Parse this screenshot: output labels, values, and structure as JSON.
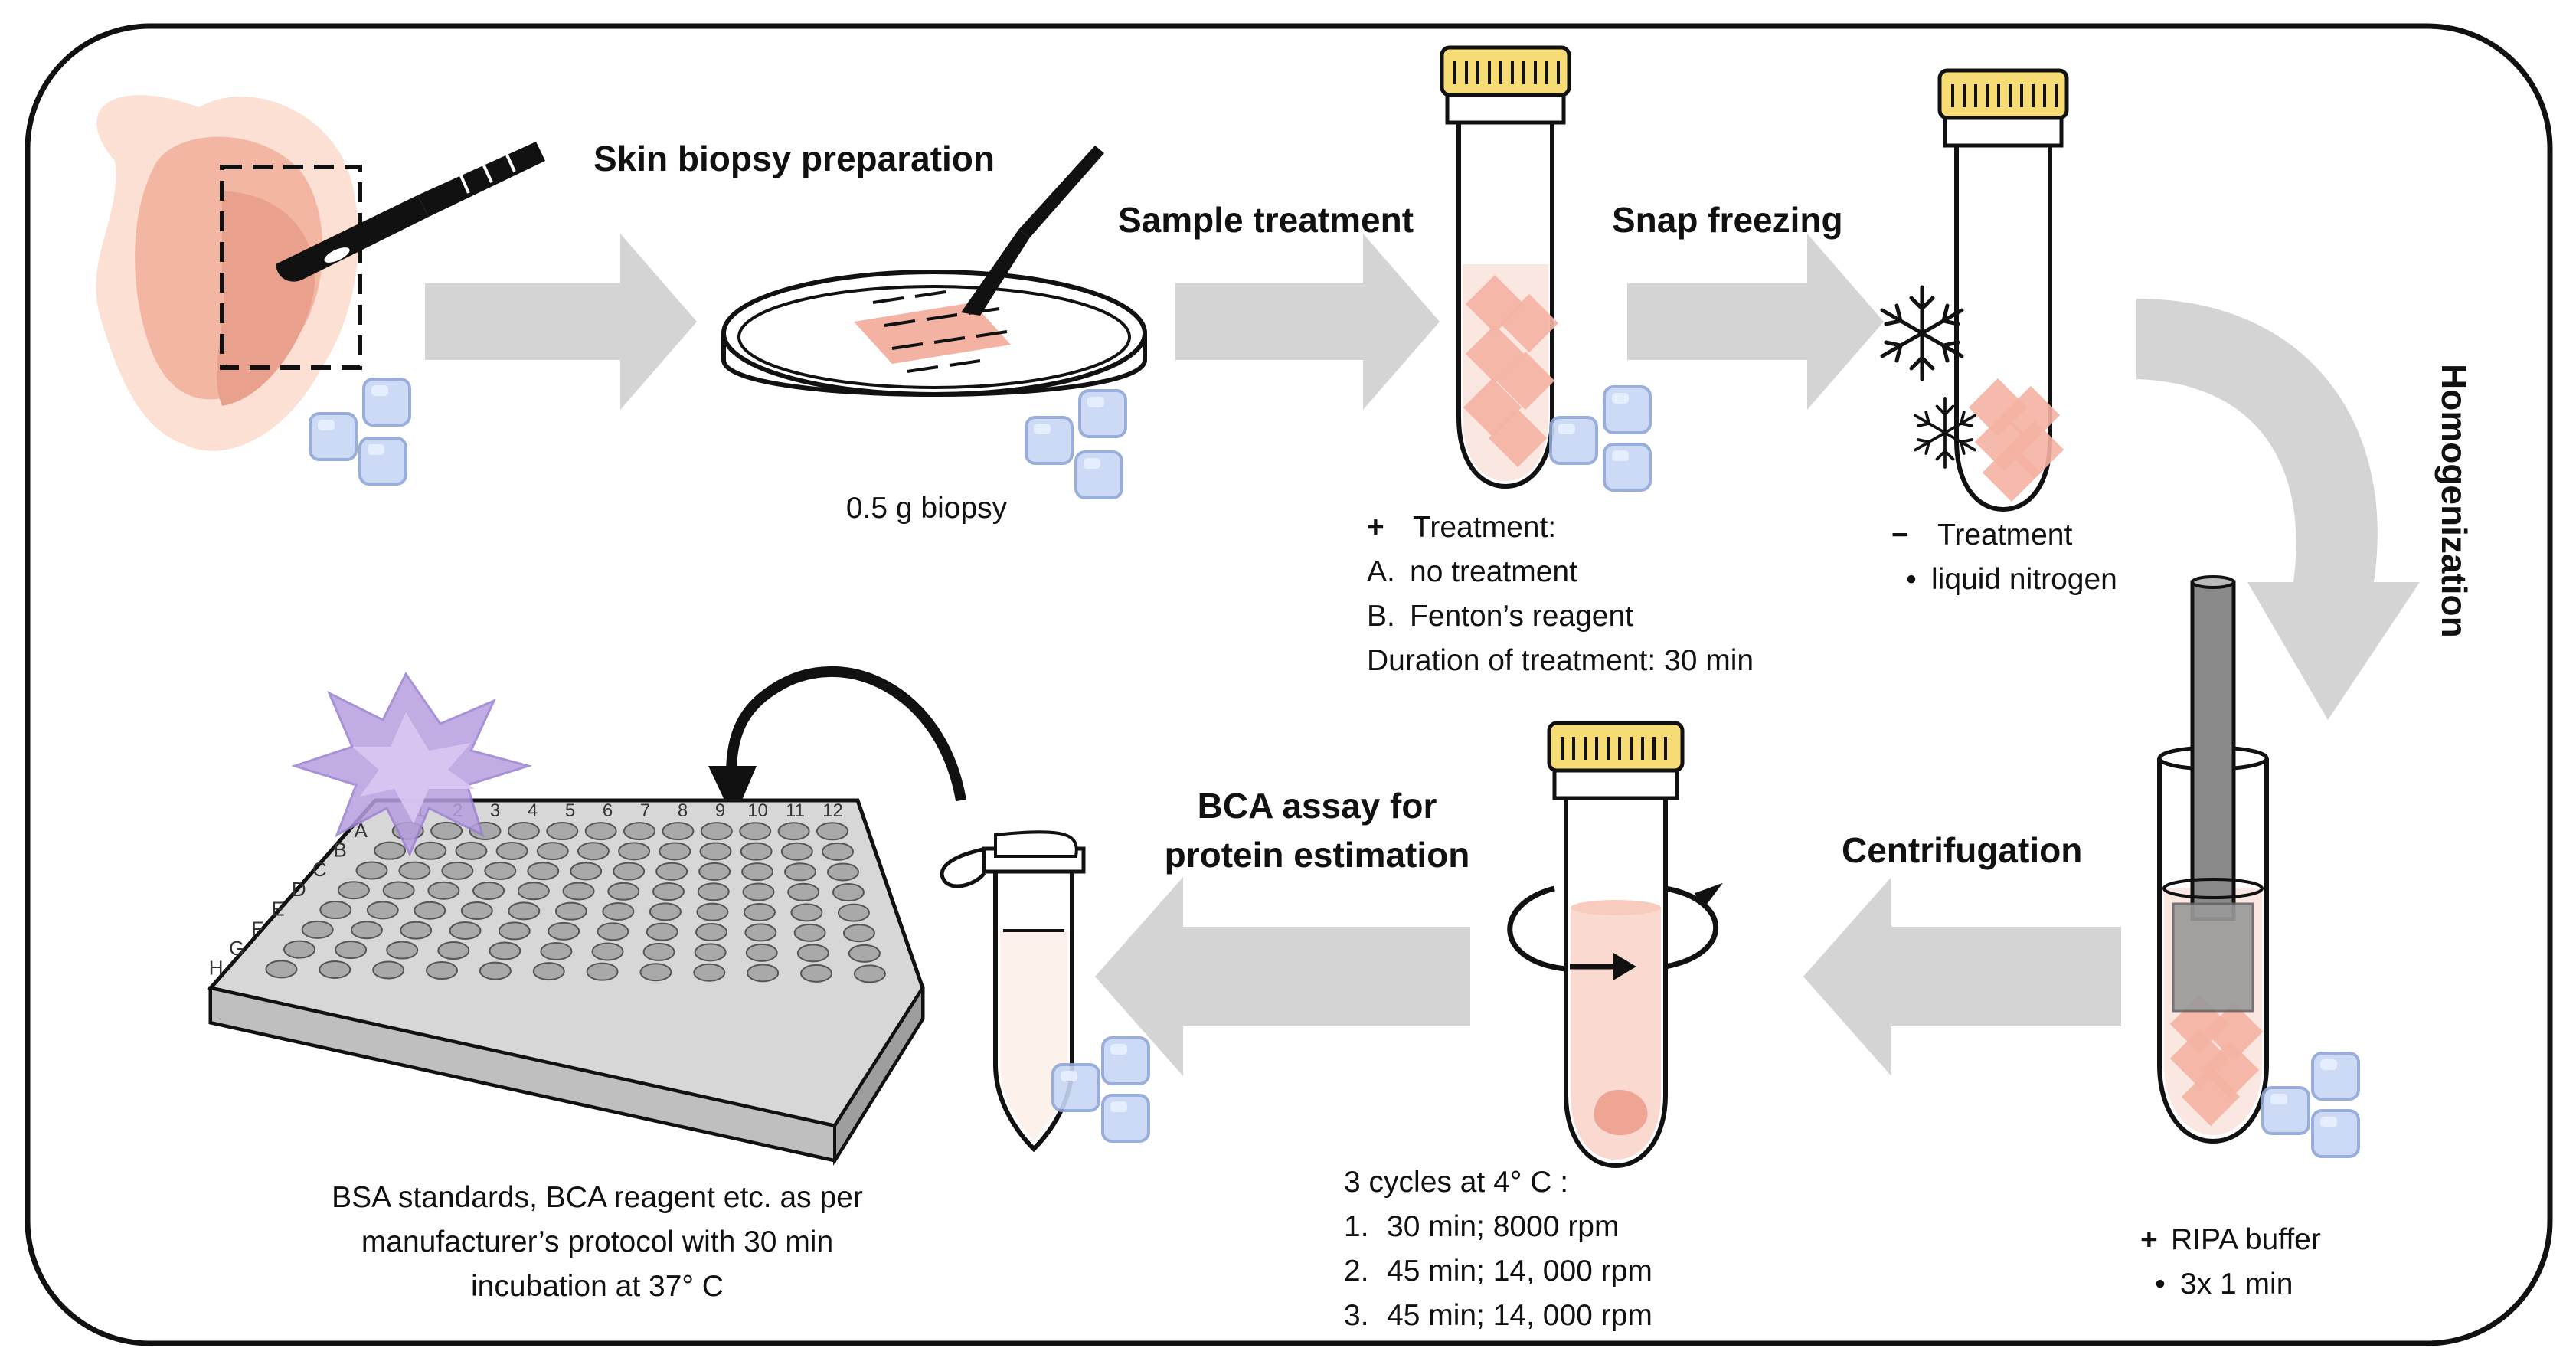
{
  "steps": {
    "biopsy_prep": "Skin biopsy preparation",
    "sample_treatment": "Sample treatment",
    "snap_freezing": "Snap freezing",
    "homogenization": "Homogenization",
    "centrifugation": "Centrifugation",
    "bca_line1": "BCA assay for",
    "bca_line2": "protein estimation"
  },
  "biopsy_note": "0.5 g biopsy",
  "treatment": {
    "symbol": "+",
    "heading": "Treatment:",
    "option_a_marker": "A.",
    "option_a": "no treatment",
    "option_b_marker": "B.",
    "option_b": "Fenton’s reagent",
    "duration": "Duration of treatment: 30 min"
  },
  "freezing": {
    "symbol": "−",
    "heading": "Treatment",
    "bullet": "•",
    "item": "liquid nitrogen"
  },
  "homogenization_note": {
    "symbol": "+",
    "heading": "RIPA buffer",
    "bullet": "•",
    "item": "3x  1 min"
  },
  "centrifugation_note": {
    "heading": "3 cycles at 4° C :",
    "cycles": [
      {
        "n": "1.",
        "text": "30 min; 8000 rpm"
      },
      {
        "n": "2.",
        "text": "45 min; 14, 000 rpm"
      },
      {
        "n": "3.",
        "text": "45 min; 14, 000 rpm"
      }
    ]
  },
  "bca_note": {
    "line1": "BSA standards, BCA reagent etc. as per",
    "line2": "manufacturer’s protocol with 30 min",
    "line3": "incubation at 37° C"
  },
  "plate": {
    "row_labels": [
      "A",
      "B",
      "C",
      "D",
      "E",
      "F",
      "G",
      "H"
    ],
    "column_labels": [
      "1",
      "2",
      "3",
      "4",
      "5",
      "6",
      "7",
      "8",
      "9",
      "10",
      "11",
      "12"
    ]
  },
  "colors": {
    "arrow": "#d4d4d4",
    "cap": "#f7dc75",
    "tissue": "#f4b2a2",
    "skin_outer": "#fbe0d3",
    "ice": "#c7d7f4",
    "star": "#b89ee0",
    "border": "#111111"
  },
  "icons": [
    "skin-tissue-icon",
    "scalpel-icon",
    "petri-dish-icon",
    "tube-icon",
    "snowflake-icon",
    "ice-cube-icon",
    "homogenizer-icon",
    "rotation-arrow-icon",
    "microtube-icon",
    "well-plate-icon",
    "burst-icon",
    "curved-arrow-icon"
  ]
}
